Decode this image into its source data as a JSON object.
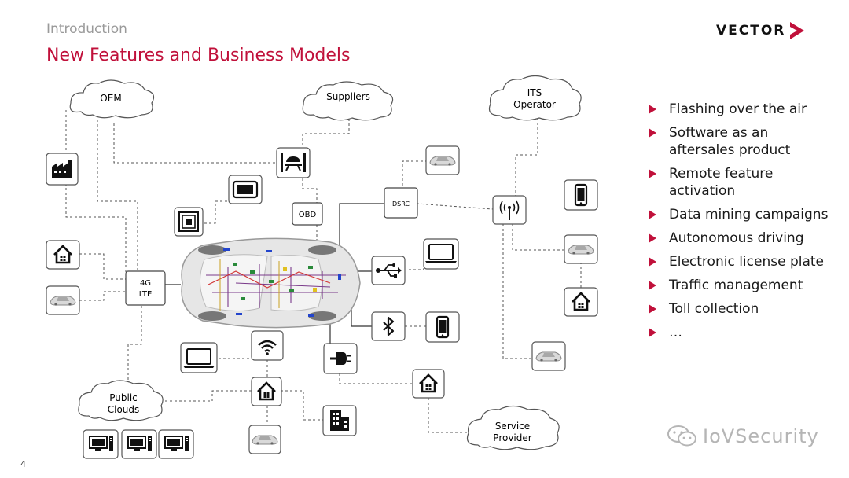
{
  "header": {
    "section": "Introduction",
    "title": "New Features and Business Models",
    "logo_text": "VECTOR",
    "page_number": "4"
  },
  "diagram": {
    "clouds": {
      "oem": "OEM",
      "suppliers": "Suppliers",
      "its_line1": "ITS",
      "its_line2": "Operator",
      "public_line1": "Public",
      "public_line2": "Clouds",
      "service_line1": "Service",
      "service_line2": "Provider"
    },
    "boxes": {
      "obd": "OBD",
      "dsrc": "DSRC",
      "lte_line1": "4G",
      "lte_line2": "LTE"
    }
  },
  "bullets": [
    "Flashing over the air",
    "Software as an aftersales product",
    "Remote feature activation",
    "Data mining campaigns",
    "Autonomous driving",
    "Electronic license plate",
    "Traffic management",
    "Toll collection",
    "…"
  ],
  "watermark": {
    "text": "IoVSecurity"
  },
  "colors": {
    "accent": "#c0103a",
    "line": "#555555",
    "icon_border": "#444444"
  }
}
